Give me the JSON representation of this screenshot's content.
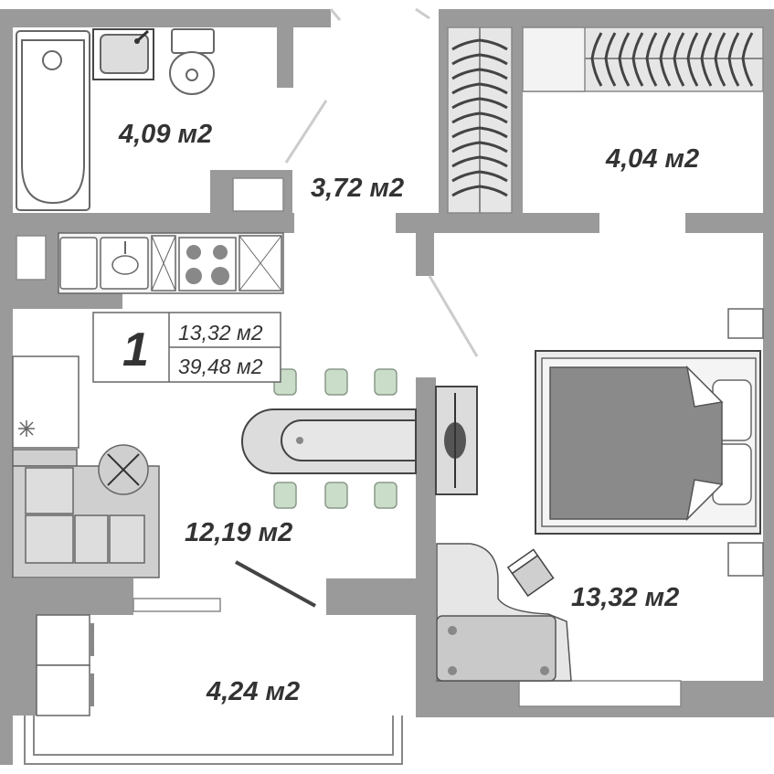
{
  "info_box": {
    "rooms": "1",
    "living_area": "13,32 м2",
    "total_area": "39,48 м2"
  },
  "rooms": {
    "bathroom": "4,09 м2",
    "hallway": "3,72 м2",
    "wardrobe": "4,04 м2",
    "kitchen_living": "12,19 м2",
    "bedroom": "13,32 м2",
    "balcony": "4,24 м2"
  },
  "colors": {
    "wall": "#9a9a9a",
    "furniture_fill": "#dcdcdc",
    "furniture_stroke": "#333333",
    "chair_fill": "#c9ddc9",
    "text": "#333333"
  }
}
